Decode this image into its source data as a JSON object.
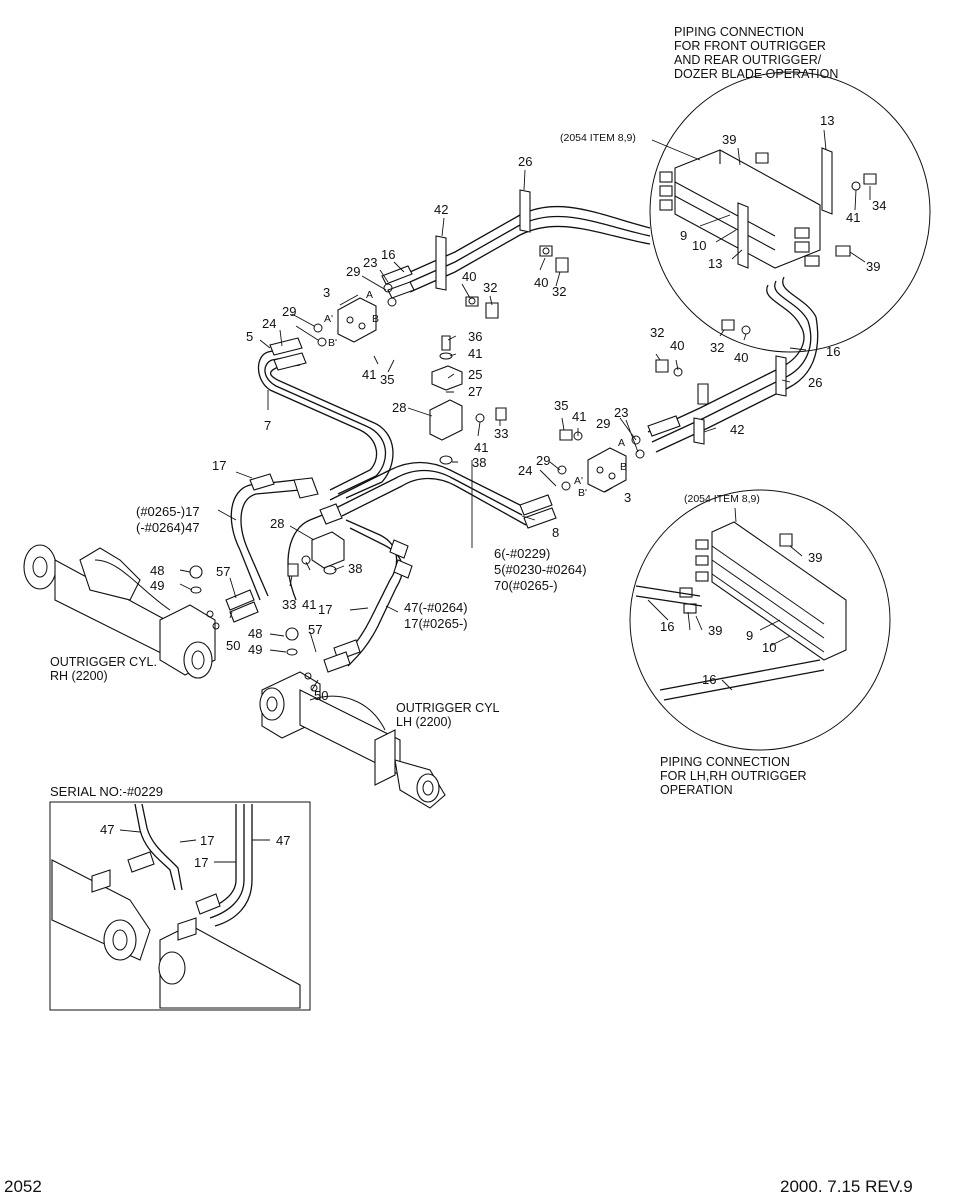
{
  "detail_top": {
    "title": [
      "PIPING CONNECTION",
      "FOR FRONT OUTRIGGER",
      "AND REAR OUTRIGGER/",
      "DOZER BLADE OPERATION"
    ],
    "ref": "(2054 ITEM 8,9)",
    "callouts": [
      "39",
      "13",
      "41",
      "34",
      "9",
      "10",
      "13",
      "39"
    ]
  },
  "detail_bottom": {
    "title": [
      "PIPING CONNECTION",
      "FOR LH,RH OUTRIGGER",
      "OPERATION"
    ],
    "ref": "(2054 ITEM 8,9)",
    "callouts": [
      "39",
      "16",
      "39",
      "9",
      "10",
      "16"
    ]
  },
  "main_callouts": {
    "c26a": "26",
    "c42a": "42",
    "c16a": "16",
    "c23a": "23",
    "c29a": "29",
    "c40a": "40",
    "c32a": "32",
    "c40b": "40",
    "c32b": "32",
    "c3a": "3",
    "c29b": "29",
    "c24a": "24",
    "c5": "5",
    "c7": "7",
    "c36": "36",
    "c41a": "41",
    "c25": "25",
    "c27": "27",
    "c28a": "28",
    "c41b": "41",
    "c35a": "35",
    "c41c": "41",
    "c33a": "33",
    "c38a": "38",
    "c32c": "32",
    "c40c": "40",
    "c32d": "32",
    "c40d": "40",
    "c16b": "16",
    "c26b": "26",
    "c42b": "42",
    "c35b": "35",
    "c41d": "41",
    "c29c": "29",
    "c23b": "23",
    "c29d": "29",
    "c24b": "24",
    "c3b": "3",
    "c8": "8",
    "c17a": "17",
    "c28b": "28",
    "c38b": "38",
    "c41e": "41",
    "c33b": "33",
    "c48a": "48",
    "c49a": "49",
    "c57a": "57",
    "c50a": "50",
    "c48b": "48",
    "c49b": "49",
    "c57b": "57",
    "c50b": "50",
    "c17b": "17"
  },
  "variant_labels": {
    "l17": "(#0265-)17",
    "l47": "(-#0264)47",
    "l6": "6(-#0229)",
    "l5": "5(#0230-#0264)",
    "l70": "70(#0265-)",
    "l47b": "47(-#0264)",
    "l17b": "17(#0265-)"
  },
  "port_letters": {
    "a1": "A",
    "a2": "A'",
    "b1": "B",
    "b2": "B'",
    "a3": "A",
    "a4": "A'",
    "b3": "B",
    "b4": "B'"
  },
  "cylinder_labels": {
    "rh": [
      "OUTRIGGER CYL.",
      "RH (2200)"
    ],
    "lh": [
      "OUTRIGGER CYL",
      "LH (2200)"
    ]
  },
  "serial_inset": {
    "title": "SERIAL NO:-#0229",
    "callouts": [
      "47",
      "17",
      "17",
      "47"
    ]
  },
  "footer": {
    "page": "2052",
    "revision": "2000. 7.15 REV.9"
  }
}
